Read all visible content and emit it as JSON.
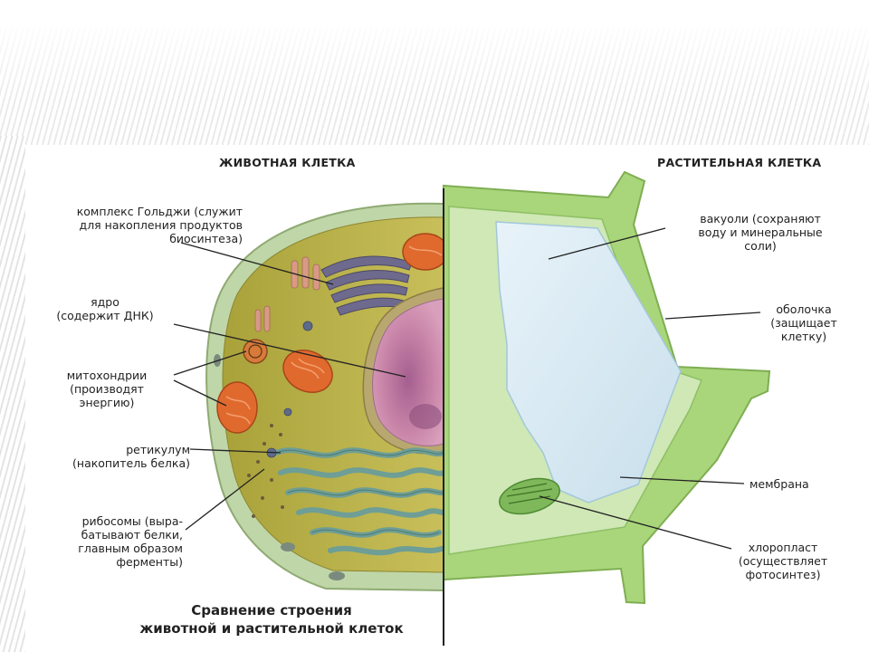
{
  "animal_title": "ЖИВОТНАЯ КЛЕТКА",
  "plant_title": "РАСТИТЕЛЬНАЯ КЛЕТКА",
  "caption": "Сравнение строения\nживотной и растительной клеток",
  "labels": {
    "golgi": "комплекс Гольджи (служит\nдля накопления продуктов\nбиосинтеза)",
    "nucleus": "ядро\n(содержит ДНК)",
    "mitochondria": "митохондрии\n(производят\nэнергию)",
    "reticulum": "ретикулум\n(накопитель белка)",
    "ribosomes": "рибосомы (выра-\nбатывают белки,\nглавным образом\nферменты)",
    "vacuoles": "вакуоли (сохраняют\nводу и минеральные\nсоли)",
    "cell_wall": "оболочка\n(защищает\nклетку)",
    "membrane": "мембрана",
    "chloroplast": "хлоропласт\n(осуществляет\nфотосинтез)"
  },
  "colors": {
    "cytoplasm": "#b6b24a",
    "nucleus": "#c985a8",
    "er": "#6e9e96",
    "mitochondria": "#e06a2e",
    "plant_wall": "#a9d67a",
    "vacuole": "#d6e8f2"
  }
}
